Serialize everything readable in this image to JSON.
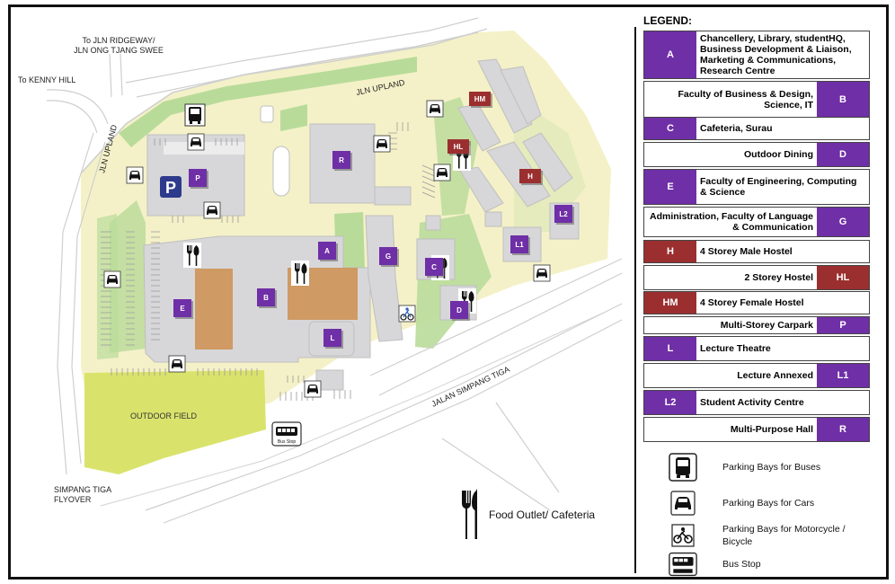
{
  "colors": {
    "purple": "#6f2fa6",
    "maroon": "#9b2f2f",
    "campus": "#f4f1c8",
    "green": "#b9db9a",
    "field": "#d9e36c",
    "building": "#d7d7d9",
    "hall": "#cf9a63"
  },
  "map_labels": {
    "ridgeway": "To JLN RIDGEWAY/\nJLN ONG TJANG SWEE",
    "kenny_hill": "To KENNY HILL",
    "jln_upland_left": "JLN UPLAND",
    "jln_upland_top": "JLN UPLAND",
    "simpang_tiga_road": "JALAN SIMPANG TIGA",
    "outdoor_field": "OUTDOOR FIELD",
    "flyover": "SIMPANG TIGA\nFLYOVER",
    "bus_stop_sign": "Bus Stop",
    "food_legend": "Food Outlet/ Cafeteria"
  },
  "markers": [
    {
      "code": "A"
    },
    {
      "code": "B"
    },
    {
      "code": "C"
    },
    {
      "code": "D"
    },
    {
      "code": "E"
    },
    {
      "code": "G"
    },
    {
      "code": "L"
    },
    {
      "code": "L1"
    },
    {
      "code": "L2"
    },
    {
      "code": "R"
    },
    {
      "code": "P"
    },
    {
      "code": "H"
    },
    {
      "code": "HL"
    },
    {
      "code": "HM"
    }
  ],
  "legend": {
    "title": "LEGEND:",
    "rows": [
      {
        "code": "A",
        "label": "Chancellery, Library, studentHQ, Business Development & Liaison, Marketing & Communications, Research Centre",
        "color": "purple",
        "side": "left"
      },
      {
        "code": "B",
        "label": "Faculty of Business & Design, Science, IT",
        "color": "purple",
        "side": "right"
      },
      {
        "code": "C",
        "label": "Cafeteria, Surau",
        "color": "purple",
        "side": "left"
      },
      {
        "code": "D",
        "label": "Outdoor Dining",
        "color": "purple",
        "side": "right"
      },
      {
        "code": "E",
        "label": "Faculty of Engineering, Computing & Science",
        "color": "purple",
        "side": "left"
      },
      {
        "code": "G",
        "label": "Administration, Faculty of Language & Communication",
        "color": "purple",
        "side": "right"
      },
      {
        "code": "H",
        "label": "4 Storey Male Hostel",
        "color": "maroon",
        "side": "left"
      },
      {
        "code": "HL",
        "label": "2 Storey Hostel",
        "color": "maroon",
        "side": "right"
      },
      {
        "code": "HM",
        "label": "4 Storey Female Hostel",
        "color": "maroon",
        "side": "left"
      },
      {
        "code": "P",
        "label": "Multi-Storey Carpark",
        "color": "purple",
        "side": "right"
      },
      {
        "code": "L",
        "label": "Lecture Theatre",
        "color": "purple",
        "side": "left"
      },
      {
        "code": "L1",
        "label": "Lecture Annexed",
        "color": "purple",
        "side": "right"
      },
      {
        "code": "L2",
        "label": "Student Activity Centre",
        "color": "purple",
        "side": "left"
      },
      {
        "code": "R",
        "label": "Multi-Purpose Hall",
        "color": "purple",
        "side": "right"
      }
    ],
    "symbols": [
      {
        "icon": "bus-icon",
        "label": "Parking Bays for Buses"
      },
      {
        "icon": "car-icon",
        "label": "Parking Bays for Cars"
      },
      {
        "icon": "motorcycle-icon",
        "label": "Parking Bays for Motorcycle / Bicycle"
      },
      {
        "icon": "bus-stop-icon",
        "label": "Bus Stop"
      }
    ]
  }
}
